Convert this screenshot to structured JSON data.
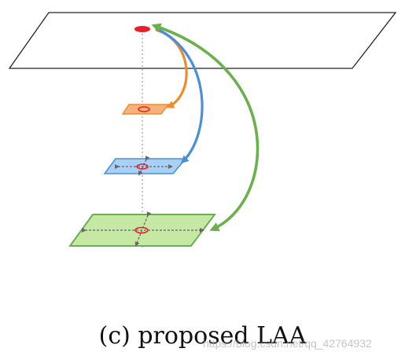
{
  "figure": {
    "caption": "(c) proposed LAA",
    "watermark": "https://blog.csdn.net/qq_42764932"
  },
  "colors": {
    "top_plane_stroke": "#222222",
    "query_point": "#e8202a",
    "small_level": "#f08a2c",
    "small_level_fill": "#f6b27a",
    "medium_level": "#4a90d9",
    "medium_level_fill": "#a9d0f5",
    "large_level": "#6ab04c",
    "large_level_fill": "#c5e8a5",
    "offset_arrow": "#666666",
    "center_marker": "#e8202a",
    "dotted_axis": "#aaaaaa"
  },
  "levels": [
    {
      "id": "small",
      "arrow_color_key": "small_level"
    },
    {
      "id": "medium",
      "arrow_color_key": "medium_level"
    },
    {
      "id": "large",
      "arrow_color_key": "large_level"
    }
  ]
}
